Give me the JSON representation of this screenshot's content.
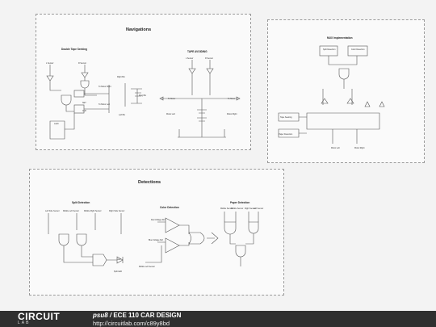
{
  "navigations": {
    "title": "Navigations",
    "double_tape": {
      "title": "Double Tape Seeking",
      "labels": [
        "L Sensor",
        "R Sensor",
        "To Motor Right",
        "To Motor Left",
        "Right Bin",
        "Left Bin",
        "Ring Bin",
        "SET",
        "CLR",
        "Latch"
      ]
    },
    "tape_avoiding": {
      "title": "TAPE AVOIDING",
      "labels": [
        "L Sensor",
        "R Sensor",
        "To Motor",
        "To Motor",
        "Motor Left",
        "Motor Right"
      ]
    }
  },
  "mux": {
    "title": "MUX Implementation",
    "labels": [
      "Split Detection",
      "Color Detection",
      "Tape Seeking",
      "Paper Detection",
      "Motor Left",
      "Motor Right"
    ]
  },
  "detections": {
    "title": "Detections",
    "split": {
      "title": "Split Detection",
      "labels": [
        "Left Side Sensor",
        "Middle Left Sensor",
        "Middle Right Sensor",
        "Right Side Sensor",
        "LED",
        "Split LED"
      ]
    },
    "color": {
      "title": "Color Detection",
      "labels": [
        "Red Voltage Ref",
        "Blue Voltage Ref",
        "Middle Left Sensor"
      ]
    },
    "paper": {
      "title": "Paper Detection",
      "labels": [
        "Middle Sensor",
        "Middle Sensor",
        "Right Sensor",
        "Left Sensor"
      ]
    }
  },
  "footer": {
    "logo_top": "CIRCUIT",
    "logo_bottom": "LAB",
    "user": "psu8",
    "separator": " / ",
    "design_title": "ECE 110 CAR DESIGN",
    "url": "http://circuitlab.com/c89y8bd"
  }
}
